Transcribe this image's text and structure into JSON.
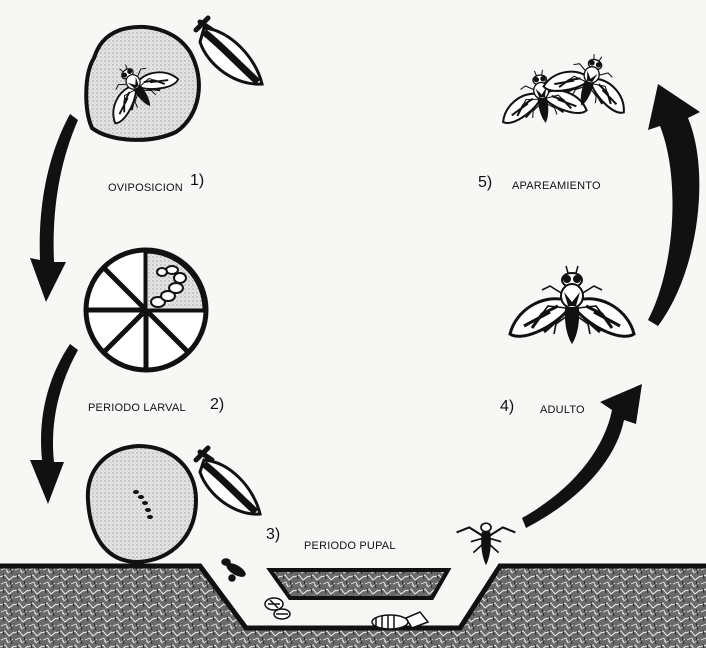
{
  "stages": [
    {
      "number": "1)",
      "label": "OVIPOSICION"
    },
    {
      "number": "2)",
      "label": "PERIODO LARVAL"
    },
    {
      "number": "3)",
      "label": "PERIODO PUPAL"
    },
    {
      "number": "4)",
      "label": "ADULTO"
    },
    {
      "number": "5)",
      "label": "APAREAMIENTO"
    }
  ],
  "colors": {
    "ink": "#111111",
    "paper": "#f7f7f5",
    "fruit_fill": "#d9d9d9",
    "soil": "#555555"
  },
  "icons": [
    "fruit-with-fly-icon",
    "cut-fruit-with-larva-icon",
    "fruit-with-larva-icon",
    "leaf-icon",
    "pupa-icon",
    "fly-icon",
    "mating-flies-icon",
    "cycle-arrow-icon"
  ]
}
